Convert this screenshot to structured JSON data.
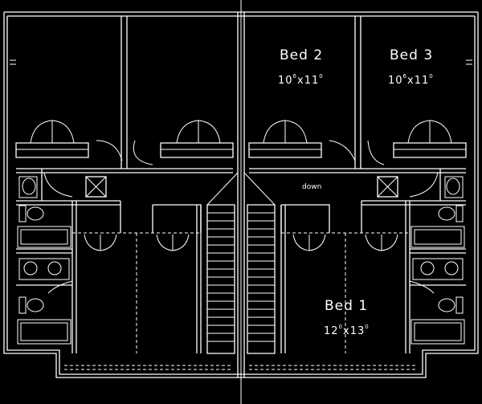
{
  "rooms": {
    "bed2": {
      "name": "Bed 2",
      "w": "10",
      "w_in": "6",
      "x": "x",
      "d": "11",
      "d_in": "0"
    },
    "bed3": {
      "name": "Bed 3",
      "w": "10",
      "w_in": "6",
      "x": "x",
      "d": "11",
      "d_in": "0"
    },
    "bed1": {
      "name": "Bed 1",
      "w": "12",
      "w_in": "0",
      "x": "x",
      "d": "13",
      "d_in": "0"
    }
  },
  "labels": {
    "stair_down": "down"
  },
  "colors": {
    "background": "#000000",
    "lines": "#ffffff"
  }
}
